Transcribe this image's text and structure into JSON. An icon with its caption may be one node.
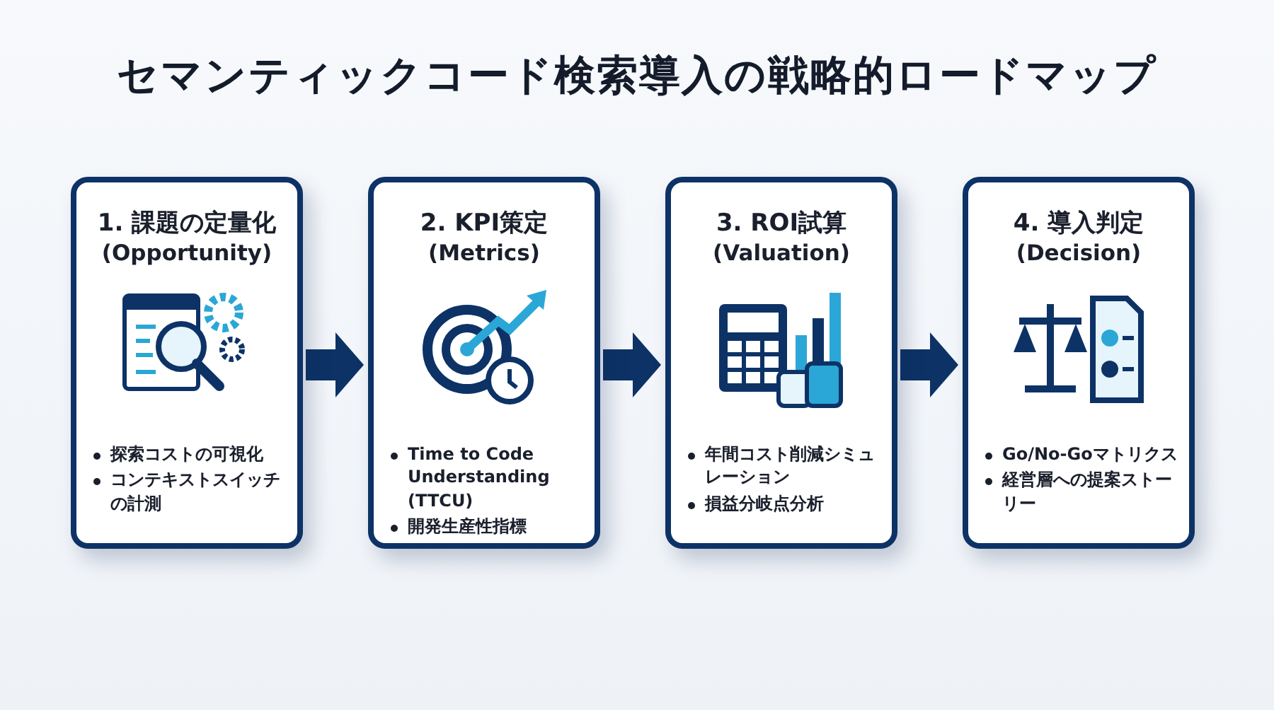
{
  "diagram": {
    "title": "セマンティックコード検索導入の戦略的ロードマップ",
    "nodes": [
      {
        "text": [
          "1. 課題の定量化",
          "(Opportunity)",
          "探索コストの可視化",
          "コンテキストスイッチの計測"
        ]
      },
      {
        "text": [
          "2. KPI策定",
          "(Metrics)",
          "Time to Code Understanding (TTCU)",
          "開発生産性指標"
        ]
      },
      {
        "text": [
          "3. ROI試算",
          "(Valuation)",
          "年間コスト削減シミュレーション",
          "損益分岐点分析"
        ]
      },
      {
        "text": [
          "4. 導入判定",
          "(Decision)",
          "Go/No-Goマトリクス",
          "経営層への提案ストーリー"
        ]
      }
    ],
    "edges": [
      {
        "from": 0,
        "to": 1,
        "arrow": "to"
      },
      {
        "from": 1,
        "to": 2,
        "arrow": "to"
      },
      {
        "from": 2,
        "to": 3,
        "arrow": "to"
      }
    ]
  }
}
